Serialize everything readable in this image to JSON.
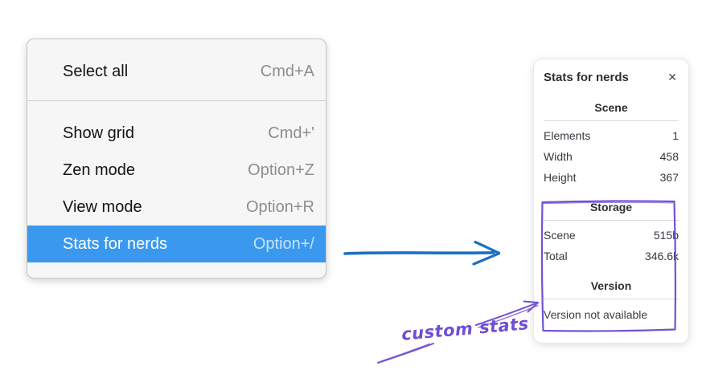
{
  "context_menu": {
    "items": [
      {
        "label": "Select all",
        "shortcut": "Cmd+A"
      },
      {
        "label": "Show grid",
        "shortcut": "Cmd+'"
      },
      {
        "label": "Zen mode",
        "shortcut": "Option+Z"
      },
      {
        "label": "View mode",
        "shortcut": "Option+R"
      },
      {
        "label": "Stats for nerds",
        "shortcut": "Option+/"
      }
    ],
    "highlighted_item": "Stats for nerds",
    "highlight_color": "#3a99ef"
  },
  "stats_panel": {
    "title": "Stats for nerds",
    "close_icon": "✕",
    "scene_section": {
      "heading": "Scene",
      "rows": [
        {
          "label": "Elements",
          "value": "1"
        },
        {
          "label": "Width",
          "value": "458"
        },
        {
          "label": "Height",
          "value": "367"
        }
      ]
    },
    "storage_section": {
      "heading": "Storage",
      "rows": [
        {
          "label": "Scene",
          "value": "515b"
        },
        {
          "label": "Total",
          "value": "346.6k"
        }
      ]
    },
    "version_section": {
      "heading": "Version",
      "note": "Version not available"
    }
  },
  "annotations": {
    "custom_stats_label": "custom stats",
    "purple_color": "#7352d4",
    "arrow_color": "#1b70c2"
  }
}
